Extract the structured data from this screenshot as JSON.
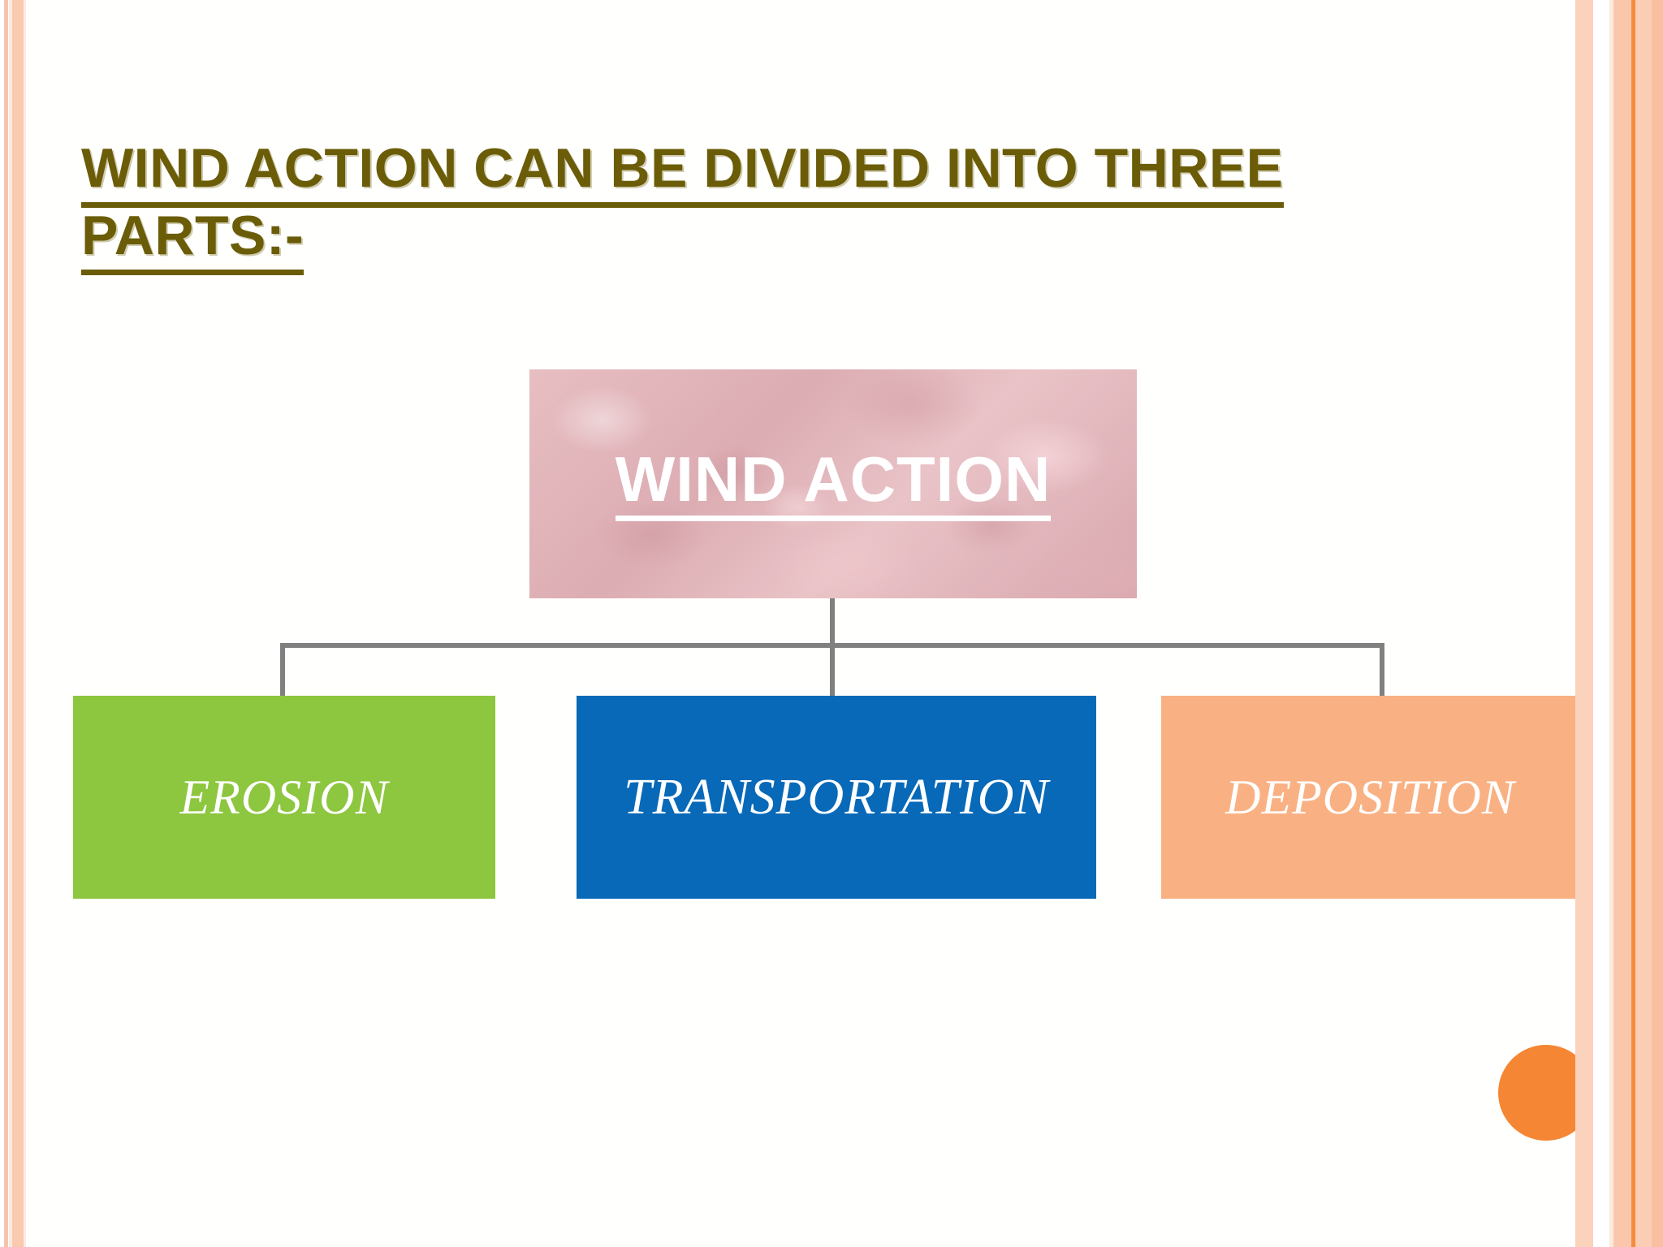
{
  "slide": {
    "background_color": "#fffffd",
    "title": {
      "line1": "WIND ACTION CAN BE DIVIDED INTO THREE",
      "line2": "PARTS:-",
      "color": "#6b5c08"
    }
  },
  "diagram": {
    "type": "hierarchy",
    "root": {
      "label": "WIND ACTION",
      "fill": "#e4b9be",
      "fill_style": "pink-marble-texture",
      "text_color": "#ffffff",
      "underlined": true
    },
    "children": [
      {
        "label": "EROSION",
        "fill": "#8dc63f",
        "text_color": "#ffffff"
      },
      {
        "label": "TRANSPORTATION",
        "fill": "#0769b8",
        "text_color": "#ffffff"
      },
      {
        "label": "DEPOSITION",
        "fill": "#f9b183",
        "text_color": "#ffffff"
      }
    ],
    "connector_color": "#808080"
  },
  "decor": {
    "accent_circle_color": "#f58634",
    "left_border_colors": [
      "#f6c4ac",
      "#fde8dd",
      "#f9c9b0",
      "#fdece2"
    ],
    "right_border_colors": [
      "#fbd2bb",
      "#ffffff",
      "#fde9de",
      "#fbc7ac",
      "#f68b3c",
      "#fbcdb4",
      "#f9bfa1"
    ]
  }
}
